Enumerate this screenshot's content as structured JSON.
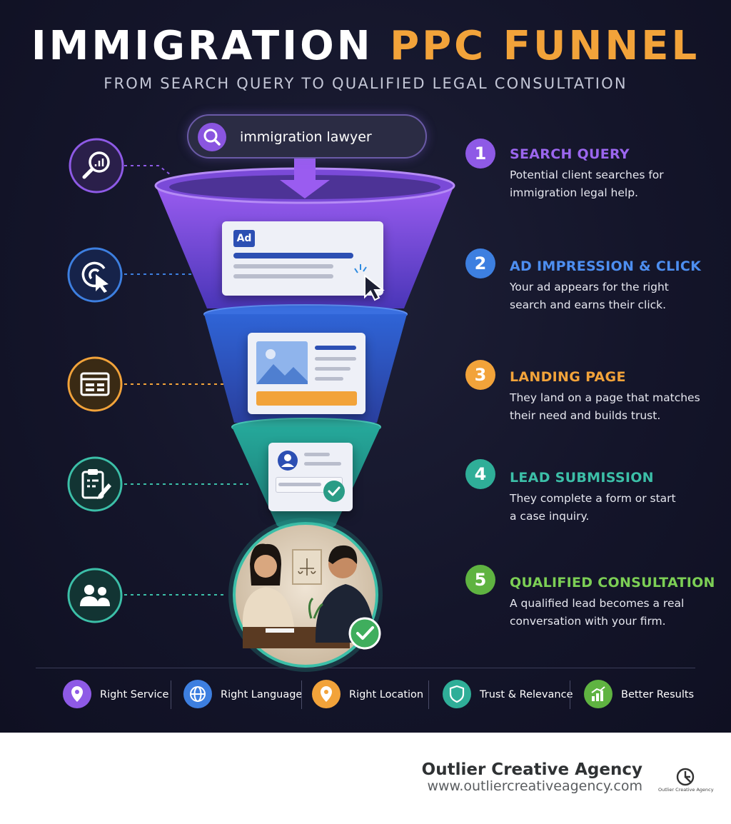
{
  "title": {
    "part1": "IMMIGRATION",
    "part2": "PPC FUNNEL"
  },
  "subtitle": "FROM SEARCH QUERY TO QUALIFIED LEGAL CONSULTATION",
  "search": {
    "query": "immigration lawyer"
  },
  "ad_badge": "Ad",
  "steps": [
    {
      "number": "1",
      "title": "SEARCH QUERY",
      "desc1": "Potential client searches for",
      "desc2": "immigration legal help.",
      "color": "#8e5ae6",
      "icon": "analytics-search-icon"
    },
    {
      "number": "2",
      "title": "AD IMPRESSION & CLICK",
      "desc1": "Your ad appears for the right",
      "desc2": "search and earns their click.",
      "color": "#3d7fe0",
      "icon": "click-target-icon"
    },
    {
      "number": "3",
      "title": "LANDING PAGE",
      "desc1": "They land on a page that matches",
      "desc2": "their need and builds trust.",
      "color": "#f2a33a",
      "icon": "webpage-icon"
    },
    {
      "number": "4",
      "title": "LEAD SUBMISSION",
      "desc1": "They complete a form or start",
      "desc2": "a case inquiry.",
      "color": "#3cbfa8",
      "icon": "clipboard-icon"
    },
    {
      "number": "5",
      "title": "QUALIFIED CONSULTATION",
      "desc1": "A qualified lead becomes a real",
      "desc2": "conversation with your firm.",
      "color": "#6cc24a",
      "icon": "people-icon"
    }
  ],
  "features": [
    {
      "label": "Right Service",
      "color": "#8e5ae6",
      "icon": "location-pin-icon"
    },
    {
      "label": "Right Language",
      "color": "#3d7fe0",
      "icon": "globe-icon"
    },
    {
      "label": "Right Location",
      "color": "#f2a33a",
      "icon": "location-pin-icon"
    },
    {
      "label": "Trust & Relevance",
      "color": "#3cbfa8",
      "icon": "shield-icon"
    },
    {
      "label": "Better Results",
      "color": "#6cc24a",
      "icon": "growth-chart-icon"
    }
  ],
  "footer": {
    "brand": "Outlier Creative Agency",
    "url": "www.outliercreativeagency.com",
    "logo_text": "Outlier Creative Agency"
  }
}
